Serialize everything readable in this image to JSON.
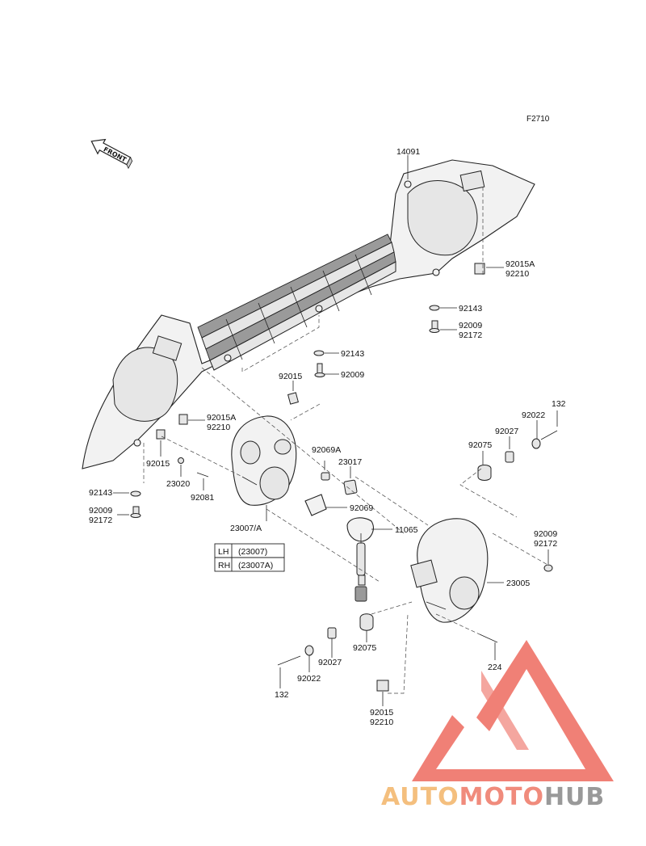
{
  "figure": {
    "ref_code": "F2710",
    "front_label": "FRONT"
  },
  "parts": [
    {
      "key": "p14091",
      "number": "14091"
    },
    {
      "key": "p92015A_r",
      "number": "92015A",
      "number2": "92210"
    },
    {
      "key": "p92143_r",
      "number": "92143"
    },
    {
      "key": "p92009_r",
      "number": "92009",
      "number2": "92172"
    },
    {
      "key": "p92143_c",
      "number": "92143"
    },
    {
      "key": "p92009_c",
      "number": "92009"
    },
    {
      "key": "p92015_c",
      "number": "92015"
    },
    {
      "key": "p92015A_l",
      "number": "92015A",
      "number2": "92210"
    },
    {
      "key": "p92015_l",
      "number": "92015"
    },
    {
      "key": "p23020",
      "number": "23020"
    },
    {
      "key": "p92081",
      "number": "92081"
    },
    {
      "key": "p92069A",
      "number": "92069A"
    },
    {
      "key": "p23017",
      "number": "23017"
    },
    {
      "key": "p92069",
      "number": "92069"
    },
    {
      "key": "p11065",
      "number": "11065"
    },
    {
      "key": "p23007A",
      "number": "23007/A"
    },
    {
      "key": "p92143_l",
      "number": "92143"
    },
    {
      "key": "p92009_l",
      "number": "92009",
      "number2": "92172"
    },
    {
      "key": "p132_r",
      "number": "132"
    },
    {
      "key": "p92022_r",
      "number": "92022"
    },
    {
      "key": "p92027_r",
      "number": "92027"
    },
    {
      "key": "p92075_r",
      "number": "92075"
    },
    {
      "key": "p92009_rr",
      "number": "92009",
      "number2": "92172"
    },
    {
      "key": "p23005",
      "number": "23005"
    },
    {
      "key": "p92075_b",
      "number": "92075"
    },
    {
      "key": "p92027_b",
      "number": "92027"
    },
    {
      "key": "p92022_b",
      "number": "92022"
    },
    {
      "key": "p132_b",
      "number": "132"
    },
    {
      "key": "p224",
      "number": "224"
    },
    {
      "key": "p92015_b",
      "number": "92015",
      "number2": "92210"
    }
  ],
  "side_table": {
    "rows": [
      {
        "side": "LH",
        "part": "(23007)"
      },
      {
        "side": "RH",
        "part": "(23007A)"
      }
    ]
  },
  "watermark": {
    "word_part1": "AUTO",
    "word_part2": "MOTO",
    "word_part3": "HUB",
    "colors": {
      "triangle": "#ee6b5f",
      "auto": "#f3b468",
      "moto": "#ee7766",
      "hub": "#888888"
    }
  }
}
